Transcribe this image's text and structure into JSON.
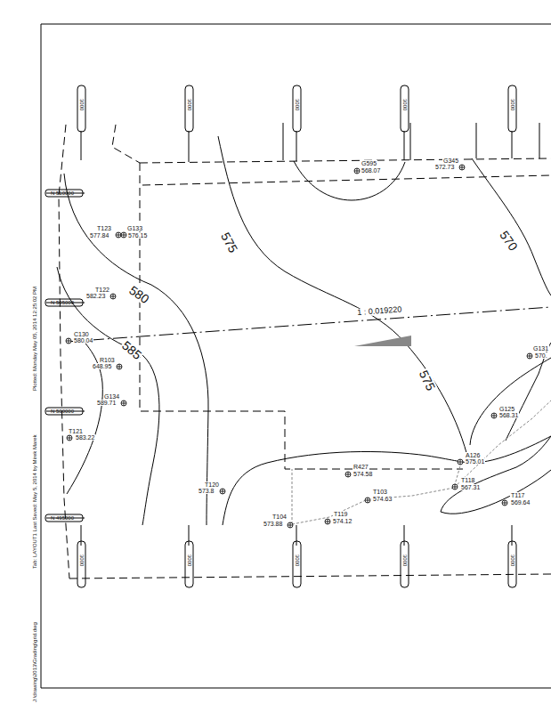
{
  "diagram": {
    "labels": [
      "575",
      "580",
      "585",
      "575",
      "570",
      "1 : 0.019220",
      "G595",
      "568.07",
      "G345",
      "572.73",
      "T123",
      "577.84",
      "G133",
      "576.15",
      "T122",
      "582.23",
      "C130",
      "580.04",
      "R103",
      "648.95",
      "G134",
      "589.71",
      "T121",
      "583.22",
      "T120",
      "573.8",
      "R427",
      "574.58",
      "T103",
      "574.63",
      "T104",
      "573.88",
      "T119",
      "574.12",
      "A126",
      "575.01",
      "T118",
      "567.31",
      "G125",
      "568.31",
      "T117",
      "569.64",
      "G131",
      "570.",
      "N 510000",
      "N 505000",
      "N 500000",
      "N 495000",
      "3000",
      "3000",
      "3000",
      "3000",
      "3000",
      "3000",
      "3000",
      "3000",
      "3000",
      "3000",
      "J:\\drawing\\2013\\Grading\\grid.dwg",
      "Tab: LAYOUT1   Last Saved: May 5, 2014 by Mirek Marek",
      "Plotted: Monday May 05, 2014 12:25:02 PM"
    ]
  }
}
